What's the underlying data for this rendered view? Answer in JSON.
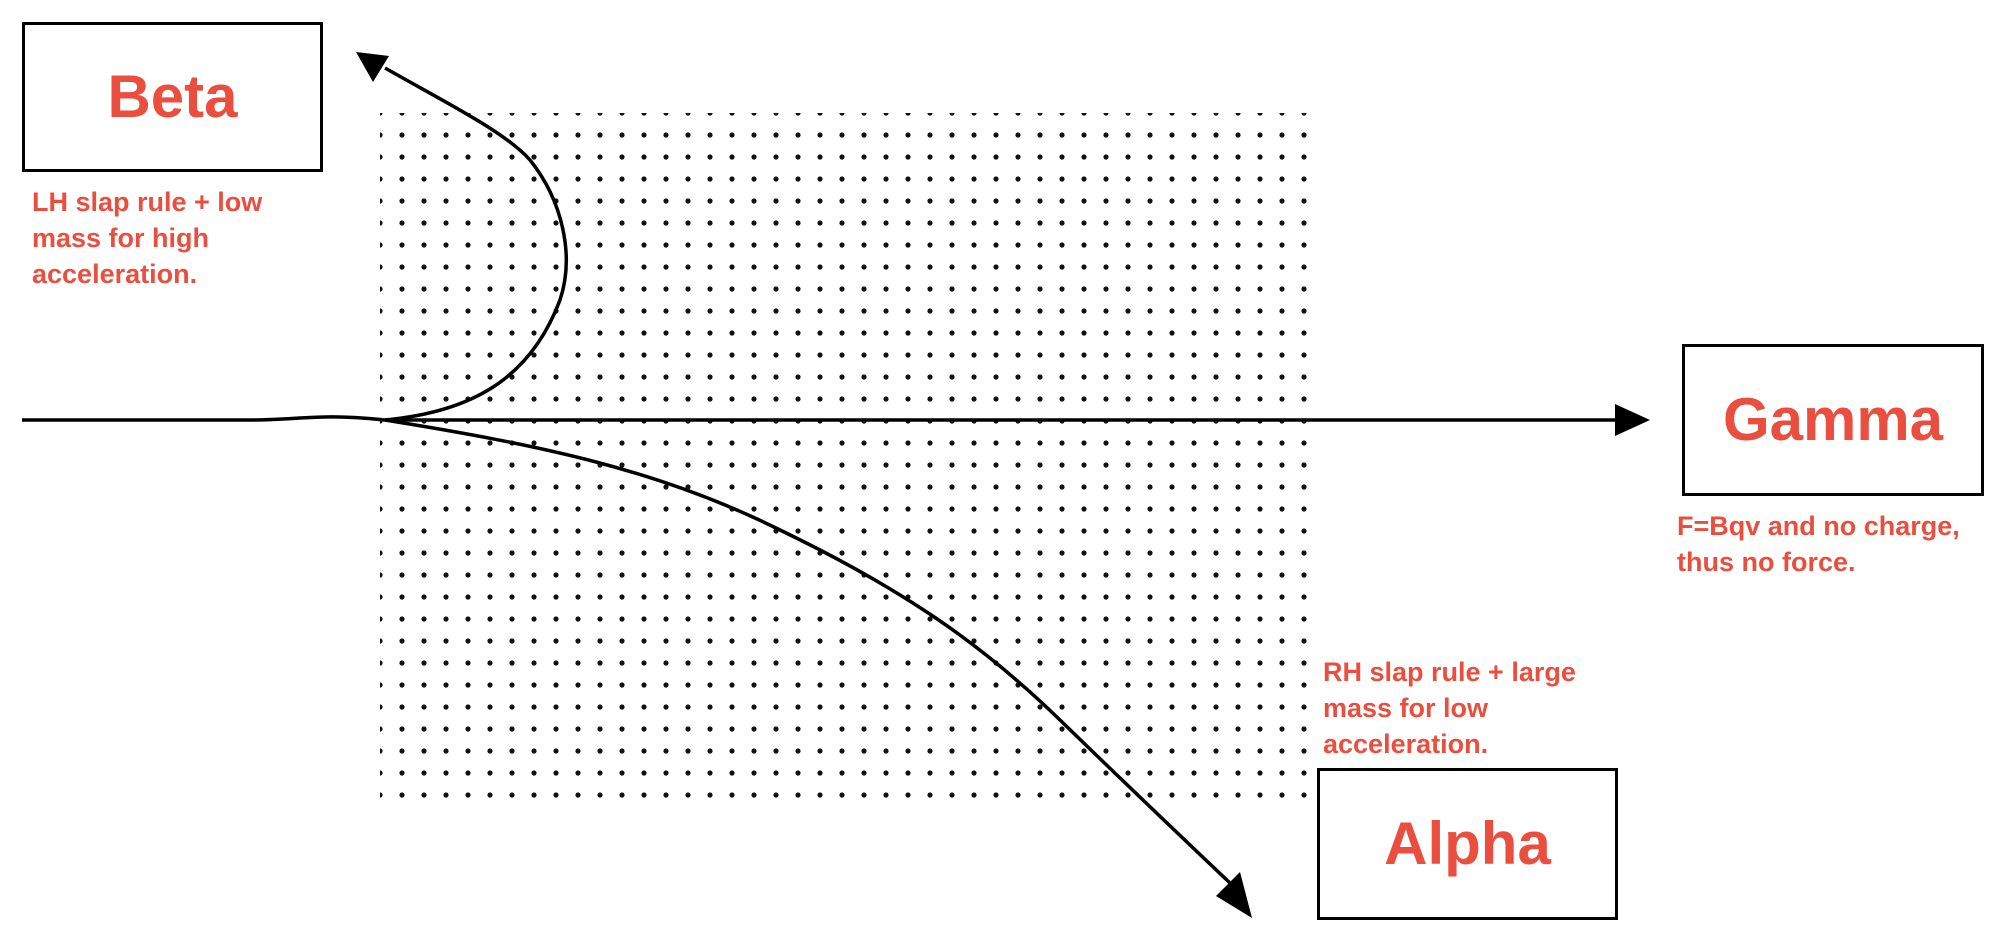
{
  "colors": {
    "accent": "#E94E3F",
    "line": "#000000",
    "dots": "#111111"
  },
  "boxes": {
    "beta": {
      "title": "Beta"
    },
    "gamma": {
      "title": "Gamma"
    },
    "alpha": {
      "title": "Alpha"
    }
  },
  "notes": {
    "beta": [
      "LH slap rule + low",
      "mass for high",
      "acceleration."
    ],
    "gamma": [
      "F=Bqv and no charge,",
      "thus no force."
    ],
    "alpha": [
      "RH slap rule + large",
      "mass for low",
      "acceleration."
    ]
  },
  "field": {
    "symbol": "dot",
    "meaning": "magnetic field out of page"
  }
}
